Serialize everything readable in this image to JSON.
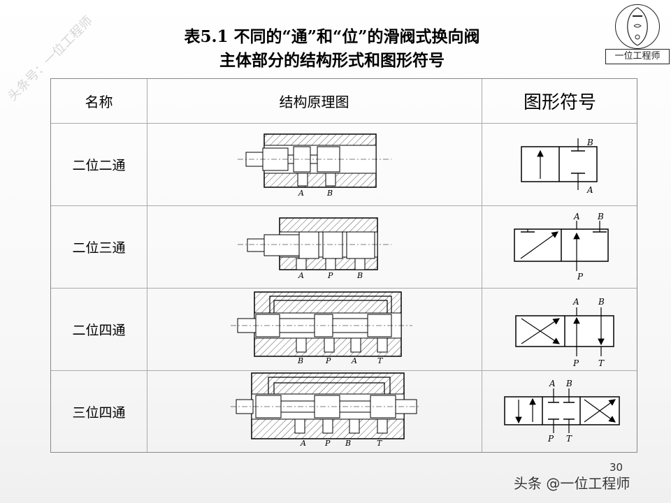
{
  "title": {
    "line1": "表5.1 不同的“通”和“位”的滑阀式换向阀",
    "line2": "主体部分的结构形式和图形符号"
  },
  "watermark": "头条号：一位工程师",
  "logo": {
    "label": "一位工程师"
  },
  "table": {
    "headers": [
      "名称",
      "结构原理图",
      "图形符号"
    ],
    "rows": [
      {
        "name": "二位二通",
        "structure_ports": [
          "A",
          "B"
        ],
        "symbol_ports": [
          "B",
          "A"
        ]
      },
      {
        "name": "二位三通",
        "structure_ports": [
          "A",
          "P",
          "B"
        ],
        "symbol_ports": [
          "A",
          "B",
          "P"
        ]
      },
      {
        "name": "二位四通",
        "structure_ports": [
          "B",
          "P",
          "A",
          "T"
        ],
        "symbol_ports": [
          "A",
          "B",
          "P",
          "T"
        ]
      },
      {
        "name": "三位四通",
        "structure_ports": [
          "A",
          "P",
          "B",
          "T"
        ],
        "symbol_ports": [
          "A",
          "B",
          "P",
          "T"
        ]
      }
    ]
  },
  "page_number": "30",
  "footer": "头条 @一位工程师"
}
